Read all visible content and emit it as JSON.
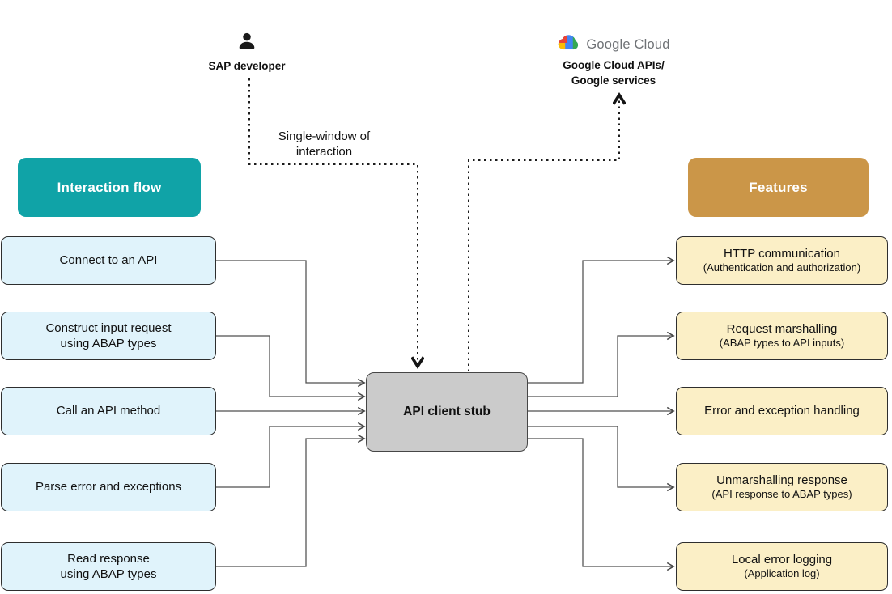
{
  "actors": {
    "sap_developer": {
      "label": "SAP developer"
    },
    "google_cloud": {
      "logo_text": "Google Cloud",
      "label_line1": "Google Cloud APIs/",
      "label_line2": "Google services"
    }
  },
  "annotation": {
    "line1": "Single-window of",
    "line2": "interaction"
  },
  "headers": {
    "interaction_flow": "Interaction flow",
    "features": "Features"
  },
  "center_node": {
    "label": "API client stub"
  },
  "interaction_steps": [
    {
      "line1": "Connect to an API",
      "line2": ""
    },
    {
      "line1": "Construct input request",
      "line2": "using ABAP types"
    },
    {
      "line1": "Call an API method",
      "line2": ""
    },
    {
      "line1": "Parse error and exceptions",
      "line2": ""
    },
    {
      "line1": "Read response",
      "line2": "using ABAP types"
    }
  ],
  "features": [
    {
      "title": "HTTP communication",
      "subtitle": "(Authentication and authorization)"
    },
    {
      "title": "Request marshalling",
      "subtitle": "(ABAP types to API inputs)"
    },
    {
      "title": "Error and exception handling",
      "subtitle": ""
    },
    {
      "title": "Unmarshalling response",
      "subtitle": "(API response to ABAP types)"
    },
    {
      "title": "Local error logging",
      "subtitle": "(Application log)"
    }
  ],
  "edges": [
    {
      "from": "sap-developer",
      "to": "api-client-stub",
      "style": "dotted",
      "label": "Single-window of interaction"
    },
    {
      "from": "api-client-stub",
      "to": "google-cloud-apis",
      "style": "dotted"
    },
    {
      "from": "connect-to-an-api",
      "to": "api-client-stub",
      "style": "solid"
    },
    {
      "from": "construct-input-request",
      "to": "api-client-stub",
      "style": "solid"
    },
    {
      "from": "call-an-api-method",
      "to": "api-client-stub",
      "style": "solid"
    },
    {
      "from": "parse-error-and-exceptions",
      "to": "api-client-stub",
      "style": "solid"
    },
    {
      "from": "read-response",
      "to": "api-client-stub",
      "style": "solid"
    },
    {
      "from": "api-client-stub",
      "to": "http-communication",
      "style": "solid"
    },
    {
      "from": "api-client-stub",
      "to": "request-marshalling",
      "style": "solid"
    },
    {
      "from": "api-client-stub",
      "to": "error-and-exception-handling",
      "style": "solid"
    },
    {
      "from": "api-client-stub",
      "to": "unmarshalling-response",
      "style": "solid"
    },
    {
      "from": "api-client-stub",
      "to": "local-error-logging",
      "style": "solid"
    }
  ],
  "colors": {
    "interaction_flow_header": "#10A3A7",
    "features_header": "#CB9648",
    "flow_box_fill": "#E0F3FB",
    "feature_box_fill": "#FBEFC6",
    "stub_fill": "#CBCBCB",
    "google_wordmark_gray": "#6F7276",
    "google_blue": "#4285F4",
    "google_red": "#EA4335",
    "google_yellow": "#FBBC05",
    "google_green": "#34A853"
  }
}
